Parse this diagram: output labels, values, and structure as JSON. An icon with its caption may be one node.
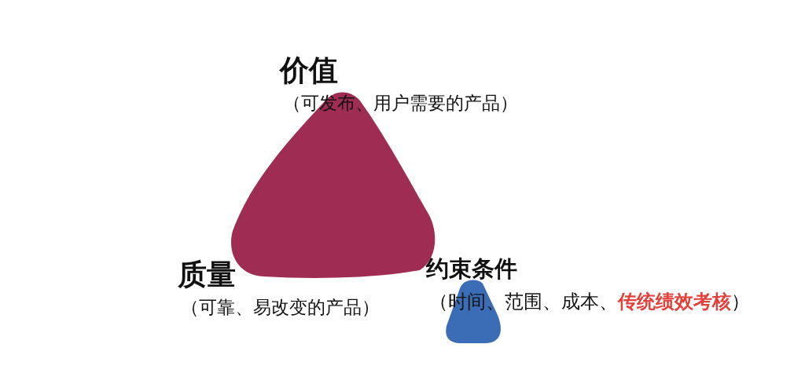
{
  "diagram": {
    "nodes": [
      {
        "text": [],
        "shape": "triangle",
        "beside": [
          "价值",
          "（可发布、用户需要的产品）",
          "质量",
          "（可靠、易改变的产品）"
        ]
      },
      {
        "text": [],
        "shape": "triangle",
        "beside": [
          "约束条件",
          "（时间、范围、成本、**传统绩效考核**）"
        ]
      }
    ]
  }
}
